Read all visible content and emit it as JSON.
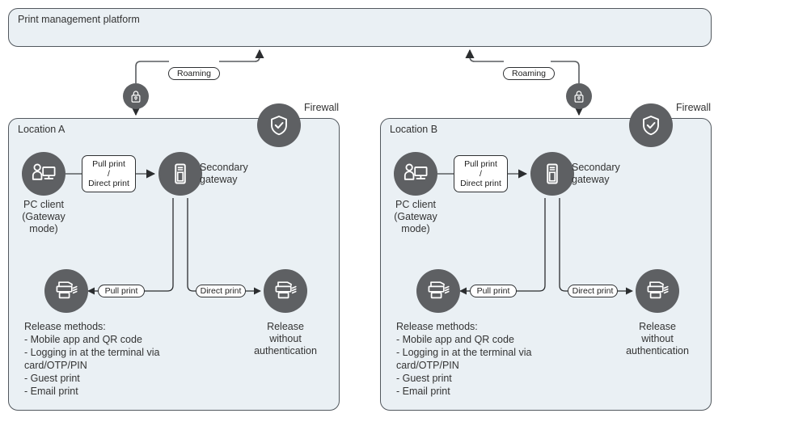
{
  "diagram": {
    "platform": {
      "title": "Print management platform"
    },
    "firewall_label_a": "Firewall",
    "firewall_label_b": "Firewall",
    "roaming_label_a": "Roaming",
    "roaming_label_b": "Roaming",
    "locations": [
      {
        "title": "Location A",
        "pc_client_label": "PC client\n(Gateway\nmode)",
        "gateway_label": "Secondary\ngateway",
        "pull_direct_label": "Pull print\n/\nDirect print",
        "pull_print_label": "Pull print",
        "direct_print_label": "Direct print",
        "release_methods": "Release methods:\n- Mobile app and QR code\n- Logging in at the terminal via\n  card/OTP/PIN\n- Guest print\n- Email print",
        "release_without_auth": "Release\nwithout\nauthentication"
      },
      {
        "title": "Location B",
        "pc_client_label": "PC client\n(Gateway\nmode)",
        "gateway_label": "Secondary\ngateway",
        "pull_direct_label": "Pull print\n/\nDirect print",
        "pull_print_label": "Pull print",
        "direct_print_label": "Direct print",
        "release_methods": "Release methods:\n- Mobile app and QR code\n- Logging in at the terminal via\n  card/OTP/PIN\n- Guest print\n- Email print",
        "release_without_auth": "Release\nwithout\nauthentication"
      }
    ],
    "icons": {
      "lock": "lock-icon",
      "shield": "shield-check-icon",
      "pc_client": "person-monitor-icon",
      "gateway": "server-tower-icon",
      "printer": "multifunction-printer-icon"
    },
    "colors": {
      "panel_fill": "#eaf0f4",
      "panel_border": "#52585e",
      "node_fill": "#5e6063",
      "line": "#5a5d60",
      "text": "#333333"
    }
  }
}
